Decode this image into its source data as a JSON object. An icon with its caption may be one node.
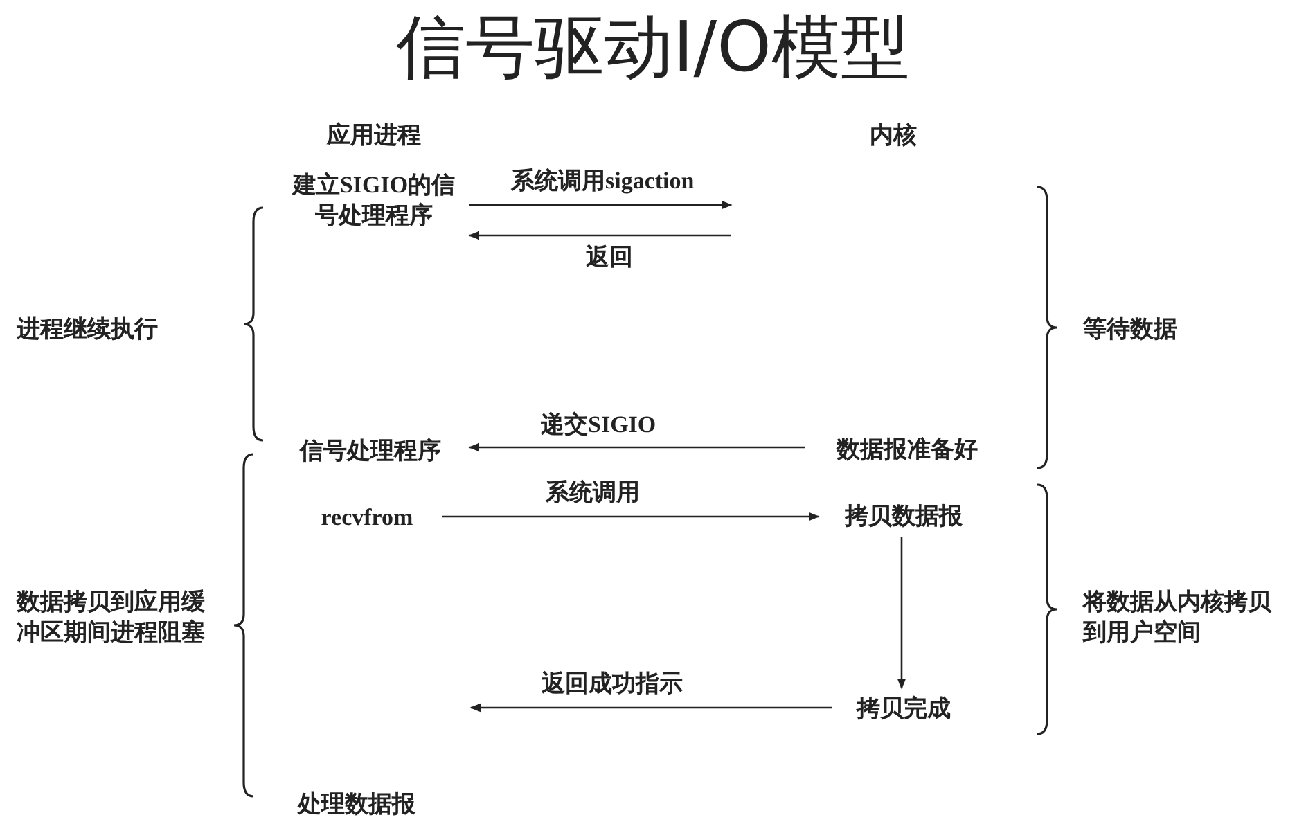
{
  "diagram": {
    "title": "信号驱动I/O模型",
    "nodes": [
      {
        "text": [
          "建立SIGIO的信号处理程序"
        ]
      },
      {
        "text": [
          "信号处理程序"
        ]
      },
      {
        "text": [
          "recvfrom"
        ]
      },
      {
        "text": [
          "数据报准备好"
        ]
      },
      {
        "text": [
          "拷贝数据报"
        ]
      },
      {
        "text": [
          "拷贝完成"
        ]
      }
    ],
    "edges": [
      {
        "from": 0,
        "to": null,
        "arrow": "to",
        "label": "系统调用sigaction"
      },
      {
        "from": null,
        "to": 0,
        "arrow": "to",
        "label": "返回"
      },
      {
        "from": 3,
        "to": 1,
        "arrow": "to",
        "label": "递交SIGIO"
      },
      {
        "from": 2,
        "to": 4,
        "arrow": "to",
        "label": "系统调用"
      },
      {
        "from": 4,
        "to": 5,
        "arrow": "to"
      },
      {
        "from": 5,
        "to": null,
        "arrow": "to",
        "label": "返回成功指示"
      }
    ],
    "labels": [
      "应用进程",
      "内核",
      "进程继续执行",
      "等待数据",
      "数据拷贝到应用缓冲区期间进程阻塞",
      "将数据从内核拷贝到用户空间",
      "处理数据报"
    ]
  }
}
